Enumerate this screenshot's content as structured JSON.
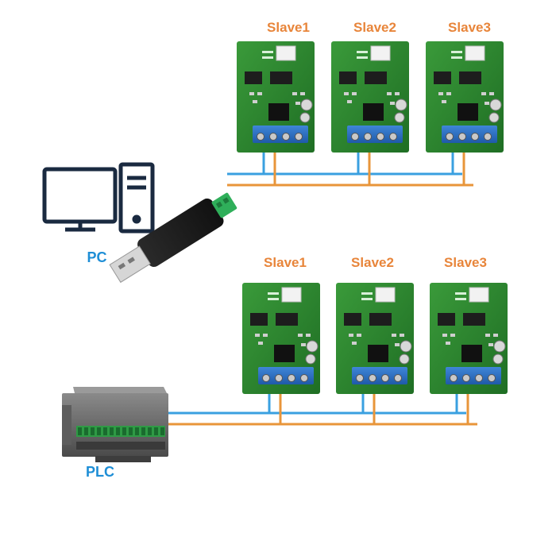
{
  "colors": {
    "label_orange": "#e8853a",
    "label_blue": "#1e8ed6",
    "wire_blue": "#3aa0e0",
    "wire_orange": "#e8953a",
    "pcb_green": "#2e8b2e",
    "terminal_blue": "#2a6fc4"
  },
  "groups": [
    {
      "id": "pc-network",
      "host_label": "PC",
      "host_type": "computer-with-usb-rs485-adapter",
      "slaves": [
        {
          "label": "Slave1"
        },
        {
          "label": "Slave2"
        },
        {
          "label": "Slave3"
        }
      ]
    },
    {
      "id": "plc-network",
      "host_label": "PLC",
      "host_type": "plc",
      "slaves": [
        {
          "label": "Slave1"
        },
        {
          "label": "Slave2"
        },
        {
          "label": "Slave3"
        }
      ]
    }
  ]
}
